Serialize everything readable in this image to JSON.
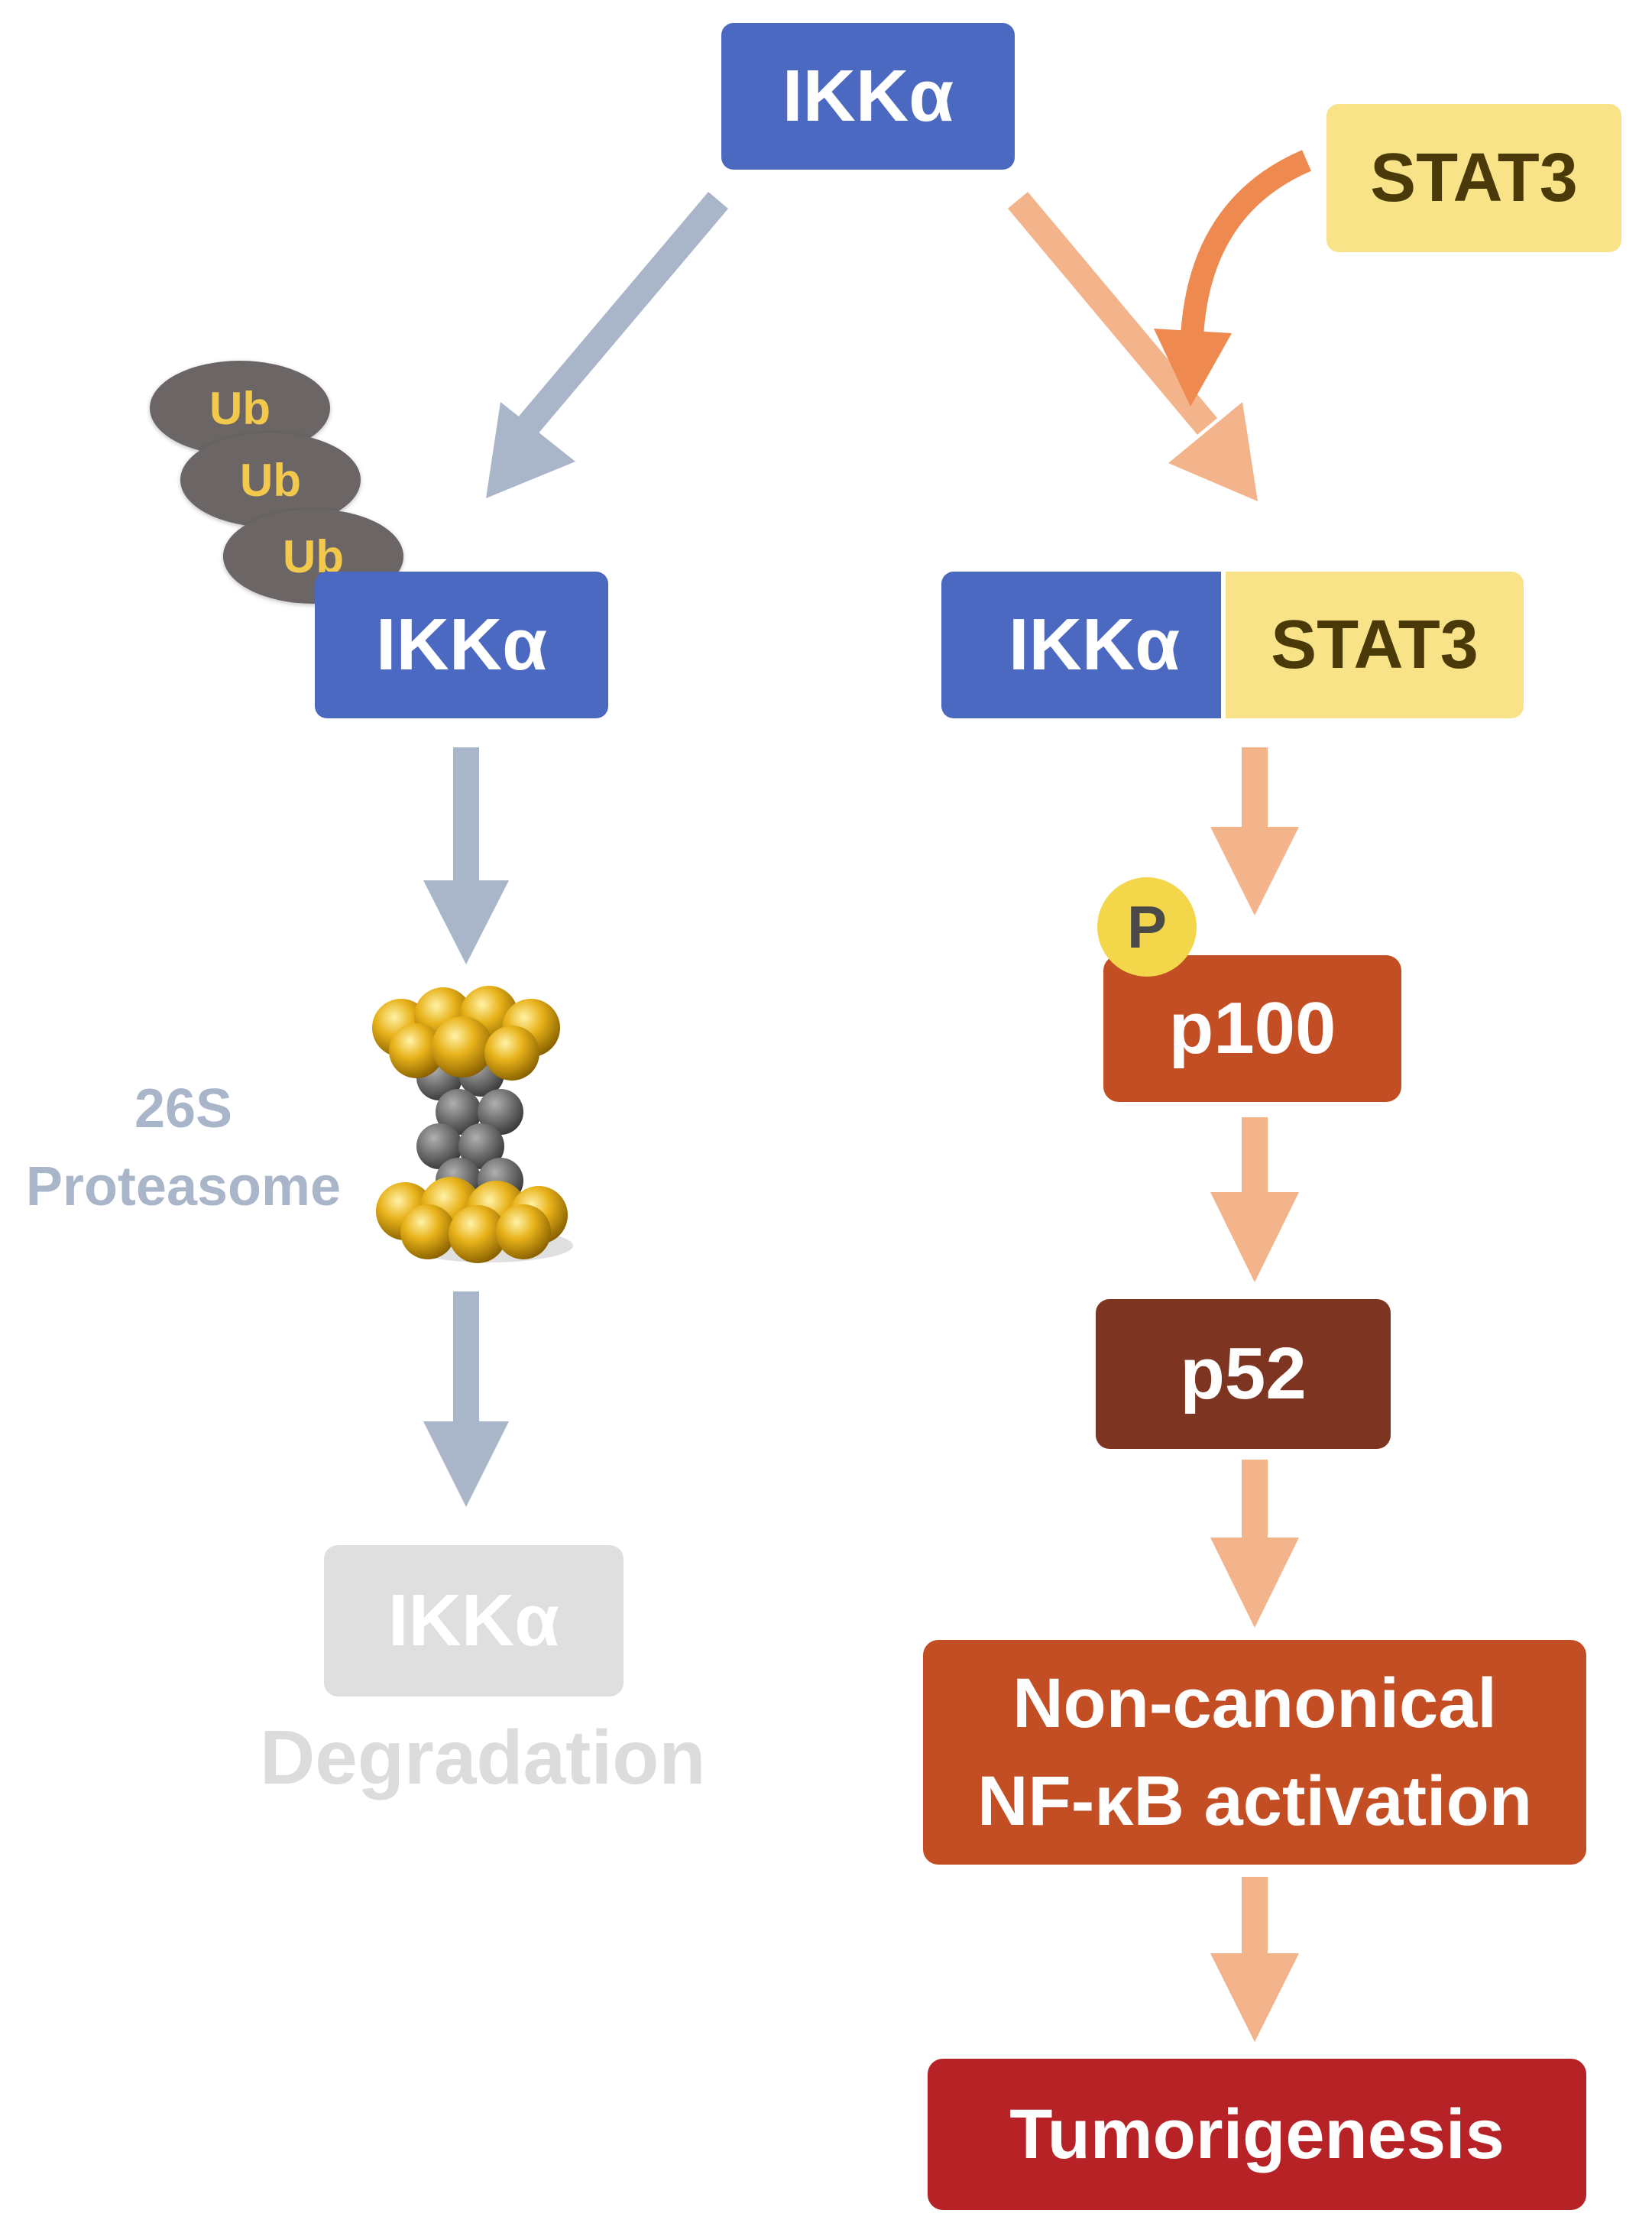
{
  "nodes": {
    "ikka_top": "IKKα",
    "stat3_top": "STAT3",
    "ikka_left": "IKKα",
    "ikka_complex": "IKKα",
    "stat3_complex": "STAT3",
    "p100": "p100",
    "p52": "p52",
    "noncanonical_line1": "Non-canonical",
    "noncanonical_line2": "NF-κB activation",
    "tumorigenesis": "Tumorigenesis",
    "ikka_degraded": "IKKα"
  },
  "labels": {
    "ub": [
      "Ub",
      "Ub",
      "Ub"
    ],
    "proteasome_line1": "26S",
    "proteasome_line2": "Proteasome",
    "degradation": "Degradation",
    "phospho": "P"
  },
  "colors": {
    "blue_box": "#4c69c1",
    "yellow_box": "#f8e389",
    "gray_arrow": "#a9b5c9",
    "peach_arrow": "#f3b48c",
    "orange_arrow": "#ee8a50",
    "rust_box": "#c34e24",
    "brown_box": "#7d3420",
    "red_box": "#b72227",
    "ghost_box": "#dfdfdf",
    "ub_ellipse": "#6b6565",
    "proteasome_gold": "#e8b21a",
    "proteasome_core": "#7a7a7a"
  }
}
